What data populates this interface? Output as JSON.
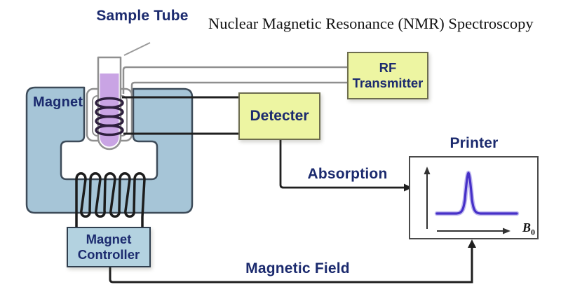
{
  "diagram": {
    "title": "Nuclear Magnetic Resonance (NMR) Spectroscopy",
    "labels": {
      "sample_tube": "Sample Tube",
      "magnet": "Magnet",
      "absorption": "Absorption",
      "magnetic_field": "Magnetic Field",
      "printer": "Printer"
    },
    "boxes": {
      "rf_transmitter": {
        "line1": "RF",
        "line2": "Transmitter"
      },
      "detecter": {
        "label": "Detecter"
      },
      "magnet_controller": {
        "line1": "Magnet",
        "line2": "Controller"
      }
    },
    "printer_graph": {
      "x_axis_label": "B",
      "x_axis_subscript": "0",
      "content": "single sharp absorption peak vs magnetic field"
    },
    "colors": {
      "box_yellow": "#edf5a2",
      "box_yellow_border": "#6d6d4e",
      "magnet_fill": "#a6c5d7",
      "magnet_border": "#3d4b59",
      "controller_fill": "#b3d2e0",
      "label_navy": "#1b2a6e",
      "tube_liquid_purple": "#c9a4e4",
      "coil_dark_purple": "#2e1f3e",
      "wire_gray": "#8f8f8f",
      "wire_dark": "#1f1f1f",
      "peak_blue_violet": "#4630c8"
    }
  }
}
